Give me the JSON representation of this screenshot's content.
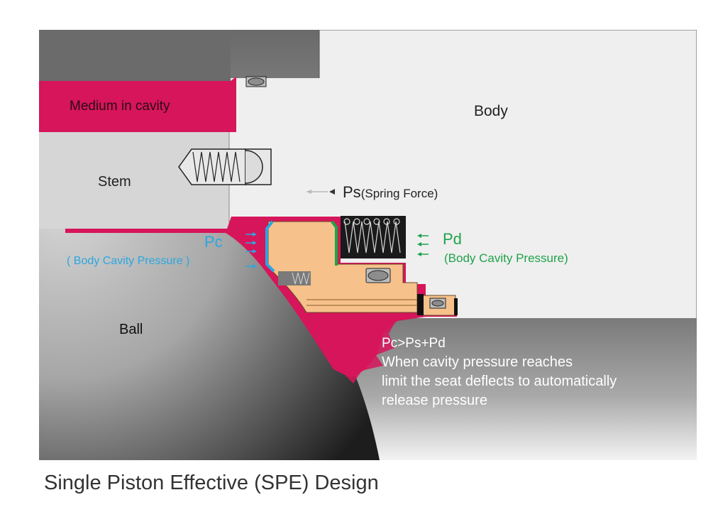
{
  "labels": {
    "medium": "Medium in cavity",
    "body": "Body",
    "stem": "Stem",
    "ball": "Ball",
    "ps_symbol": "Ps",
    "ps_desc": "(Spring Force)",
    "pd_symbol": "Pd",
    "pd_desc": "(Body Cavity Pressure)",
    "pc_symbol": "Pc",
    "pc_desc": "( Body Cavity Pressure )",
    "formula": "Pc>Ps+Pd",
    "note_line1": "When cavity pressure reaches",
    "note_line2": "limit the seat deflects to automatically",
    "note_line3": "release pressure"
  },
  "caption": "Single Piston Effective (SPE) Design",
  "colors": {
    "medium": "#d6155a",
    "body": "#efefef",
    "dark_gray": "#6e6e6e",
    "stem": "#d6d6d6",
    "seat": "#f6c18b",
    "pc_blue": "#2aa7e0",
    "pd_green": "#1fa34a",
    "arrow_gray": "#b8b8b8"
  }
}
